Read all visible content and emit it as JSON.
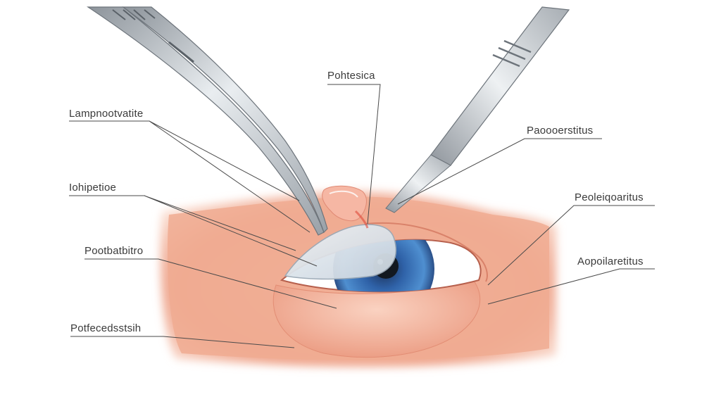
{
  "labels": {
    "top_center": "Pohtesica",
    "upper_left": "Lampnootvatite",
    "upper_right": "Paoooerstitus",
    "mid_left": "Iohipetioe",
    "mid_right": "Peoleiqoaritus",
    "lower_left": "Pootbatbitro",
    "lower_right": "Aopoilaretitus",
    "bottom_left": "Potfecedsstsih"
  },
  "colors": {
    "skin": "#f2b39c",
    "skin_dark": "#e58f78",
    "iris": "#3a7bc0",
    "pupil": "#121820",
    "instrument": "#b9bec4"
  }
}
